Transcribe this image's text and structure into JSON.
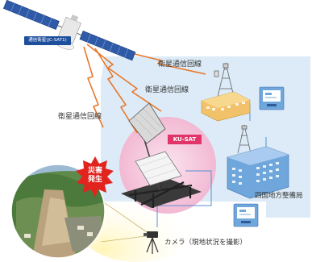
{
  "satellite": {
    "name_tag": "通信衛星(JC-SAT1)"
  },
  "links": {
    "link_top": "衛星通信回線",
    "link_middle": "衛星通信回線",
    "link_left": "衛星通信回線"
  },
  "vehicle": {
    "tag": "KU-SAT"
  },
  "disaster": {
    "badge_line1": "災害",
    "badge_line2": "発生"
  },
  "office": {
    "label": "四国地方整備局"
  },
  "camera": {
    "label": "カメラ（現地状況を撮影）"
  },
  "colors": {
    "backdrop": "#dcebf7",
    "signal": "#e8772a",
    "pink_circle": "#f6cde0",
    "building": "#6fa6dc",
    "badge_red": "#e2241f"
  }
}
